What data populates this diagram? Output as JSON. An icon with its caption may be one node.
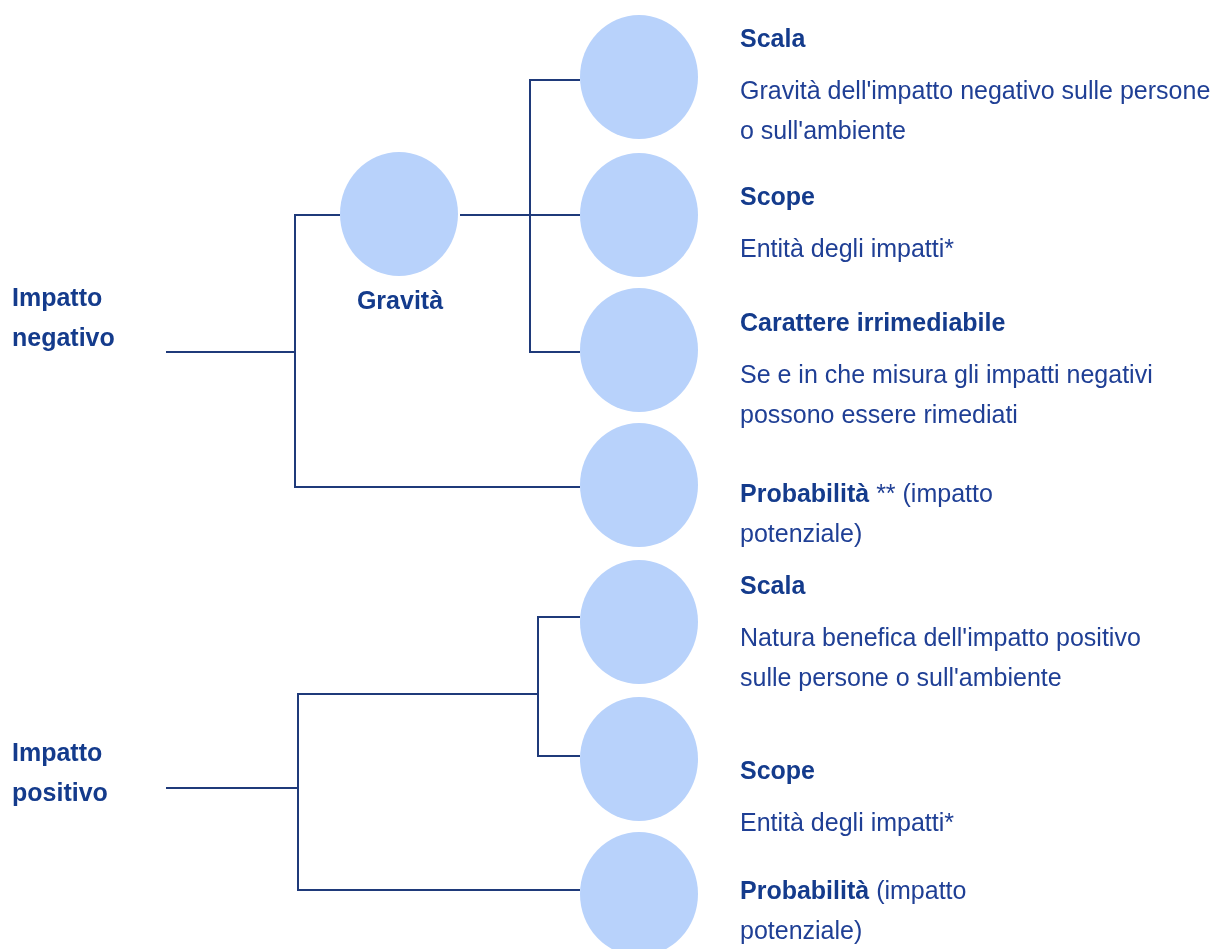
{
  "diagram": {
    "nodes": [
      {
        "text": [
          "Impatto negativo"
        ]
      },
      {
        "text": [
          "Gravità"
        ]
      },
      {
        "text": [
          "Scala",
          "Gravità dell'impatto negativo sulle persone o sull'ambiente"
        ]
      },
      {
        "text": [
          "Scope",
          "Entità degli impatti*"
        ]
      },
      {
        "text": [
          "Carattere irrimediabile",
          "Se e in che misura gli impatti negativi possono essere rimediati"
        ]
      },
      {
        "text": [
          "Probabilità",
          "** (impatto potenziale)"
        ]
      },
      {
        "text": [
          "Impatto positivo"
        ]
      },
      {
        "text": [
          "Scala",
          "Natura benefica dell'impatto positivo sulle persone o sull'ambiente"
        ]
      },
      {
        "text": [
          "Scope",
          "Entità degli impatti*"
        ]
      },
      {
        "text": [
          "Probabilità",
          "(impatto potenziale)"
        ]
      }
    ],
    "edges": [
      {
        "from": 0,
        "to": 1,
        "arrow": "none"
      },
      {
        "from": 0,
        "to": 5,
        "arrow": "none"
      },
      {
        "from": 1,
        "to": 2,
        "arrow": "none"
      },
      {
        "from": 1,
        "to": 3,
        "arrow": "none"
      },
      {
        "from": 1,
        "to": 4,
        "arrow": "none"
      },
      {
        "from": 6,
        "to": 7,
        "arrow": "none"
      },
      {
        "from": 6,
        "to": 8,
        "arrow": "none"
      },
      {
        "from": 6,
        "to": 9,
        "arrow": "none"
      }
    ]
  }
}
